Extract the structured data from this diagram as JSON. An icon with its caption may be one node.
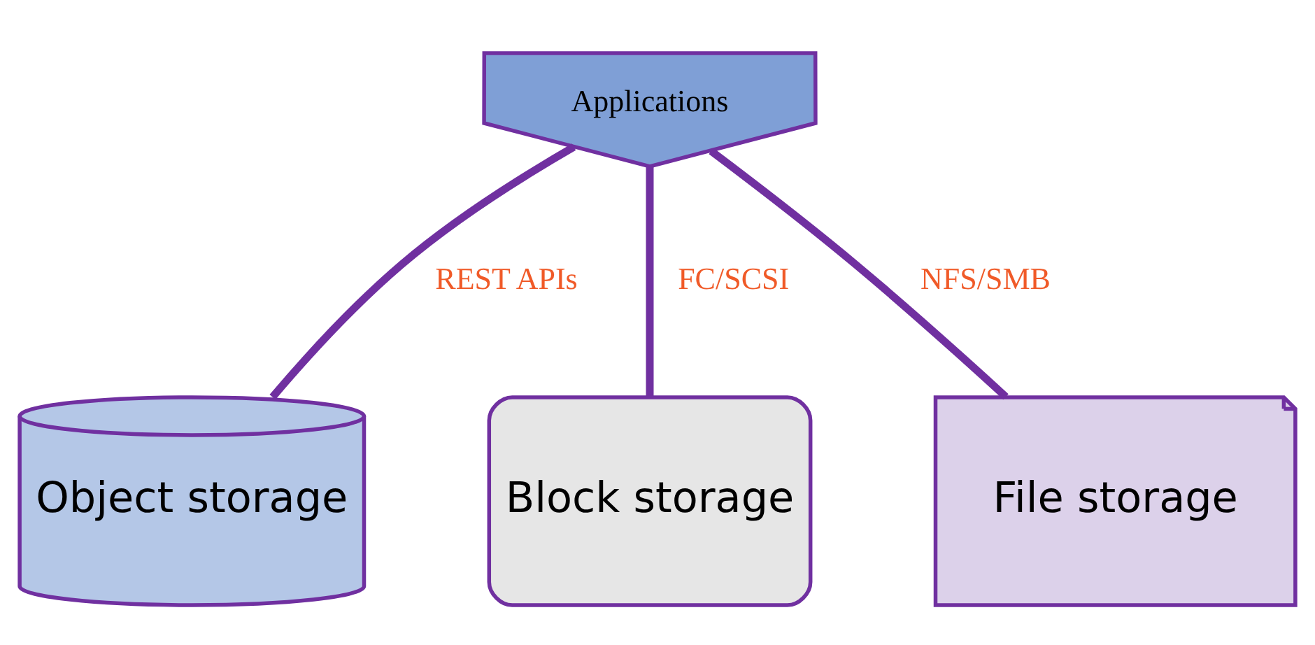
{
  "diagram": {
    "nodes": [
      {
        "text": [
          "Applications"
        ]
      },
      {
        "text": [
          "Object storage"
        ]
      },
      {
        "text": [
          "Block storage"
        ]
      },
      {
        "text": [
          "File storage"
        ]
      }
    ],
    "edges": [
      {
        "from": 0,
        "to": 1,
        "arrow": "none",
        "label": "REST APIs"
      },
      {
        "from": 0,
        "to": 2,
        "arrow": "none",
        "label": "FC/SCSI"
      },
      {
        "from": 0,
        "to": 3,
        "arrow": "none",
        "label": "NFS/SMB"
      }
    ]
  }
}
